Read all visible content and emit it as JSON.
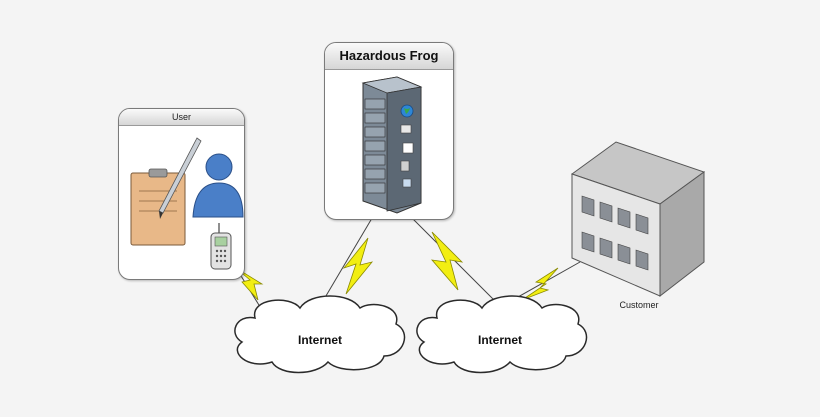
{
  "user_box": {
    "title": "User"
  },
  "server_box": {
    "title": "Hazardous Frog"
  },
  "clouds": [
    {
      "label": "Internet"
    },
    {
      "label": "Internet"
    }
  ],
  "customer": {
    "label": "Customer"
  },
  "icons": {
    "clipboard": "clipboard-icon",
    "pen": "pen-icon",
    "person": "person-icon",
    "phone": "cell-phone-icon",
    "server": "server-rack-icon",
    "building": "office-building-icon",
    "lightning": "lightning-link-icon"
  },
  "colors": {
    "lightning": "#f2ee12",
    "cloud_stroke": "#2a2a2a",
    "person_blue": "#4a7fc8",
    "clipboard": "#e8b888"
  }
}
